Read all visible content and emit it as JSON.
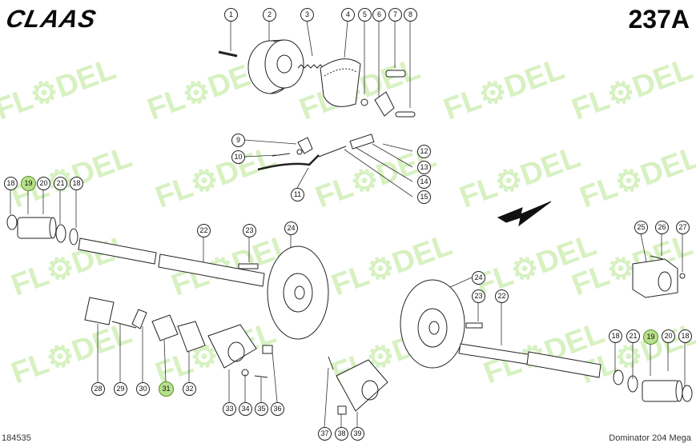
{
  "header": {
    "brand": "CLAAS",
    "page_number": "237A"
  },
  "footer": {
    "doc_code": "184535",
    "model": "Dominator 204 Mega"
  },
  "watermark": {
    "text": "FL DEL",
    "color": "#b6e58f"
  },
  "colors": {
    "highlight": "#b7e08a",
    "line": "#222222"
  },
  "callouts": [
    {
      "n": "1"
    },
    {
      "n": "2"
    },
    {
      "n": "3"
    },
    {
      "n": "4"
    },
    {
      "n": "5"
    },
    {
      "n": "6"
    },
    {
      "n": "7"
    },
    {
      "n": "8"
    },
    {
      "n": "9"
    },
    {
      "n": "10"
    },
    {
      "n": "11"
    },
    {
      "n": "12"
    },
    {
      "n": "13"
    },
    {
      "n": "14"
    },
    {
      "n": "15"
    },
    {
      "n": "18"
    },
    {
      "n": "19"
    },
    {
      "n": "20"
    },
    {
      "n": "21"
    },
    {
      "n": "18"
    },
    {
      "n": "22"
    },
    {
      "n": "23"
    },
    {
      "n": "24"
    },
    {
      "n": "25"
    },
    {
      "n": "26"
    },
    {
      "n": "27"
    },
    {
      "n": "24"
    },
    {
      "n": "23"
    },
    {
      "n": "22"
    },
    {
      "n": "18"
    },
    {
      "n": "21"
    },
    {
      "n": "19"
    },
    {
      "n": "20"
    },
    {
      "n": "18"
    },
    {
      "n": "28"
    },
    {
      "n": "29"
    },
    {
      "n": "30"
    },
    {
      "n": "31"
    },
    {
      "n": "32"
    },
    {
      "n": "33"
    },
    {
      "n": "34"
    },
    {
      "n": "35"
    },
    {
      "n": "36"
    },
    {
      "n": "37"
    },
    {
      "n": "38"
    },
    {
      "n": "39"
    }
  ]
}
